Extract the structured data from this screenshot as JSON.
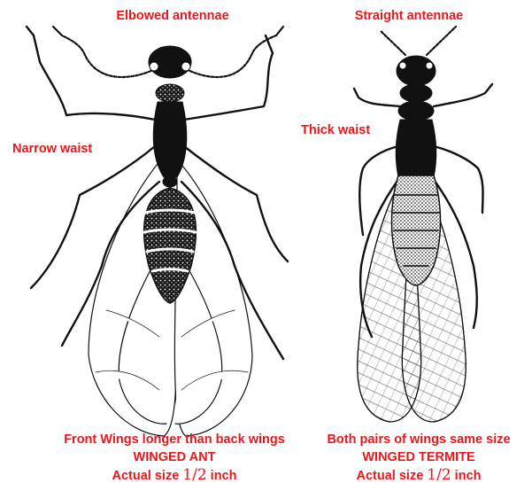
{
  "colors": {
    "label_red": "#e8171c",
    "ink": "#111111",
    "background": "#ffffff"
  },
  "ant": {
    "antennae_label": "Elbowed antennae",
    "waist_label": "Narrow waist",
    "wing_note": "Front Wings longer than back wings",
    "name": "WINGED ANT",
    "size_prefix": "Actual size",
    "size_value": "1/2",
    "size_unit": "inch"
  },
  "termite": {
    "antennae_label": "Straight antennae",
    "waist_label": "Thick waist",
    "wing_note": "Both pairs of wings same size",
    "name": "WINGED TERMITE",
    "size_prefix": "Actual size",
    "size_value": "1/2",
    "size_unit": "inch"
  }
}
